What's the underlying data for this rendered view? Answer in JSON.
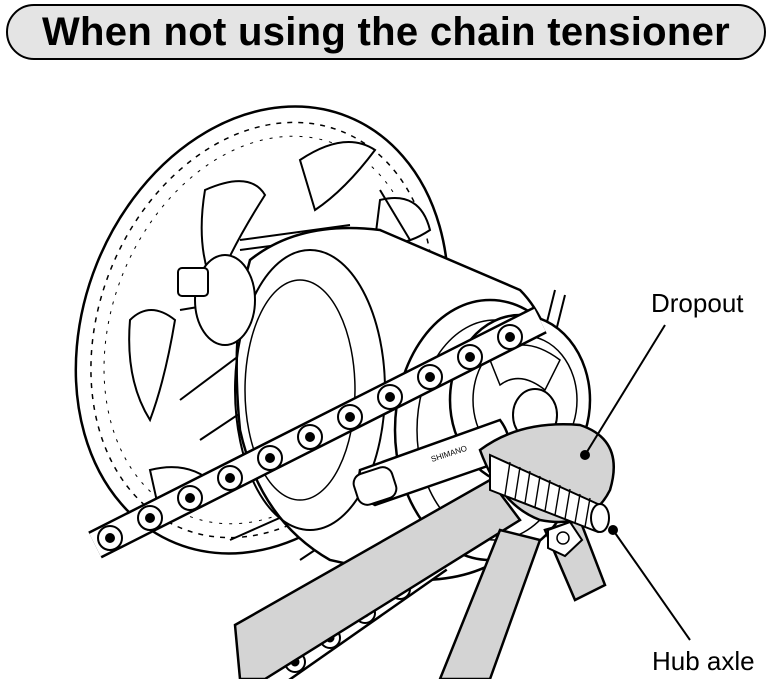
{
  "title": "When not using the chain tensioner",
  "callouts": {
    "dropout": "Dropout",
    "hub_axle": "Hub axle"
  },
  "colors": {
    "ink": "#000000",
    "frame_gray": "#d4d4d4",
    "title_bg": "#e4e4e4"
  },
  "icons": [
    "brake-rotor",
    "bicycle-chain",
    "internal-gear-hub",
    "wrench-tool",
    "frame-stay",
    "hub-axle-bolt"
  ]
}
